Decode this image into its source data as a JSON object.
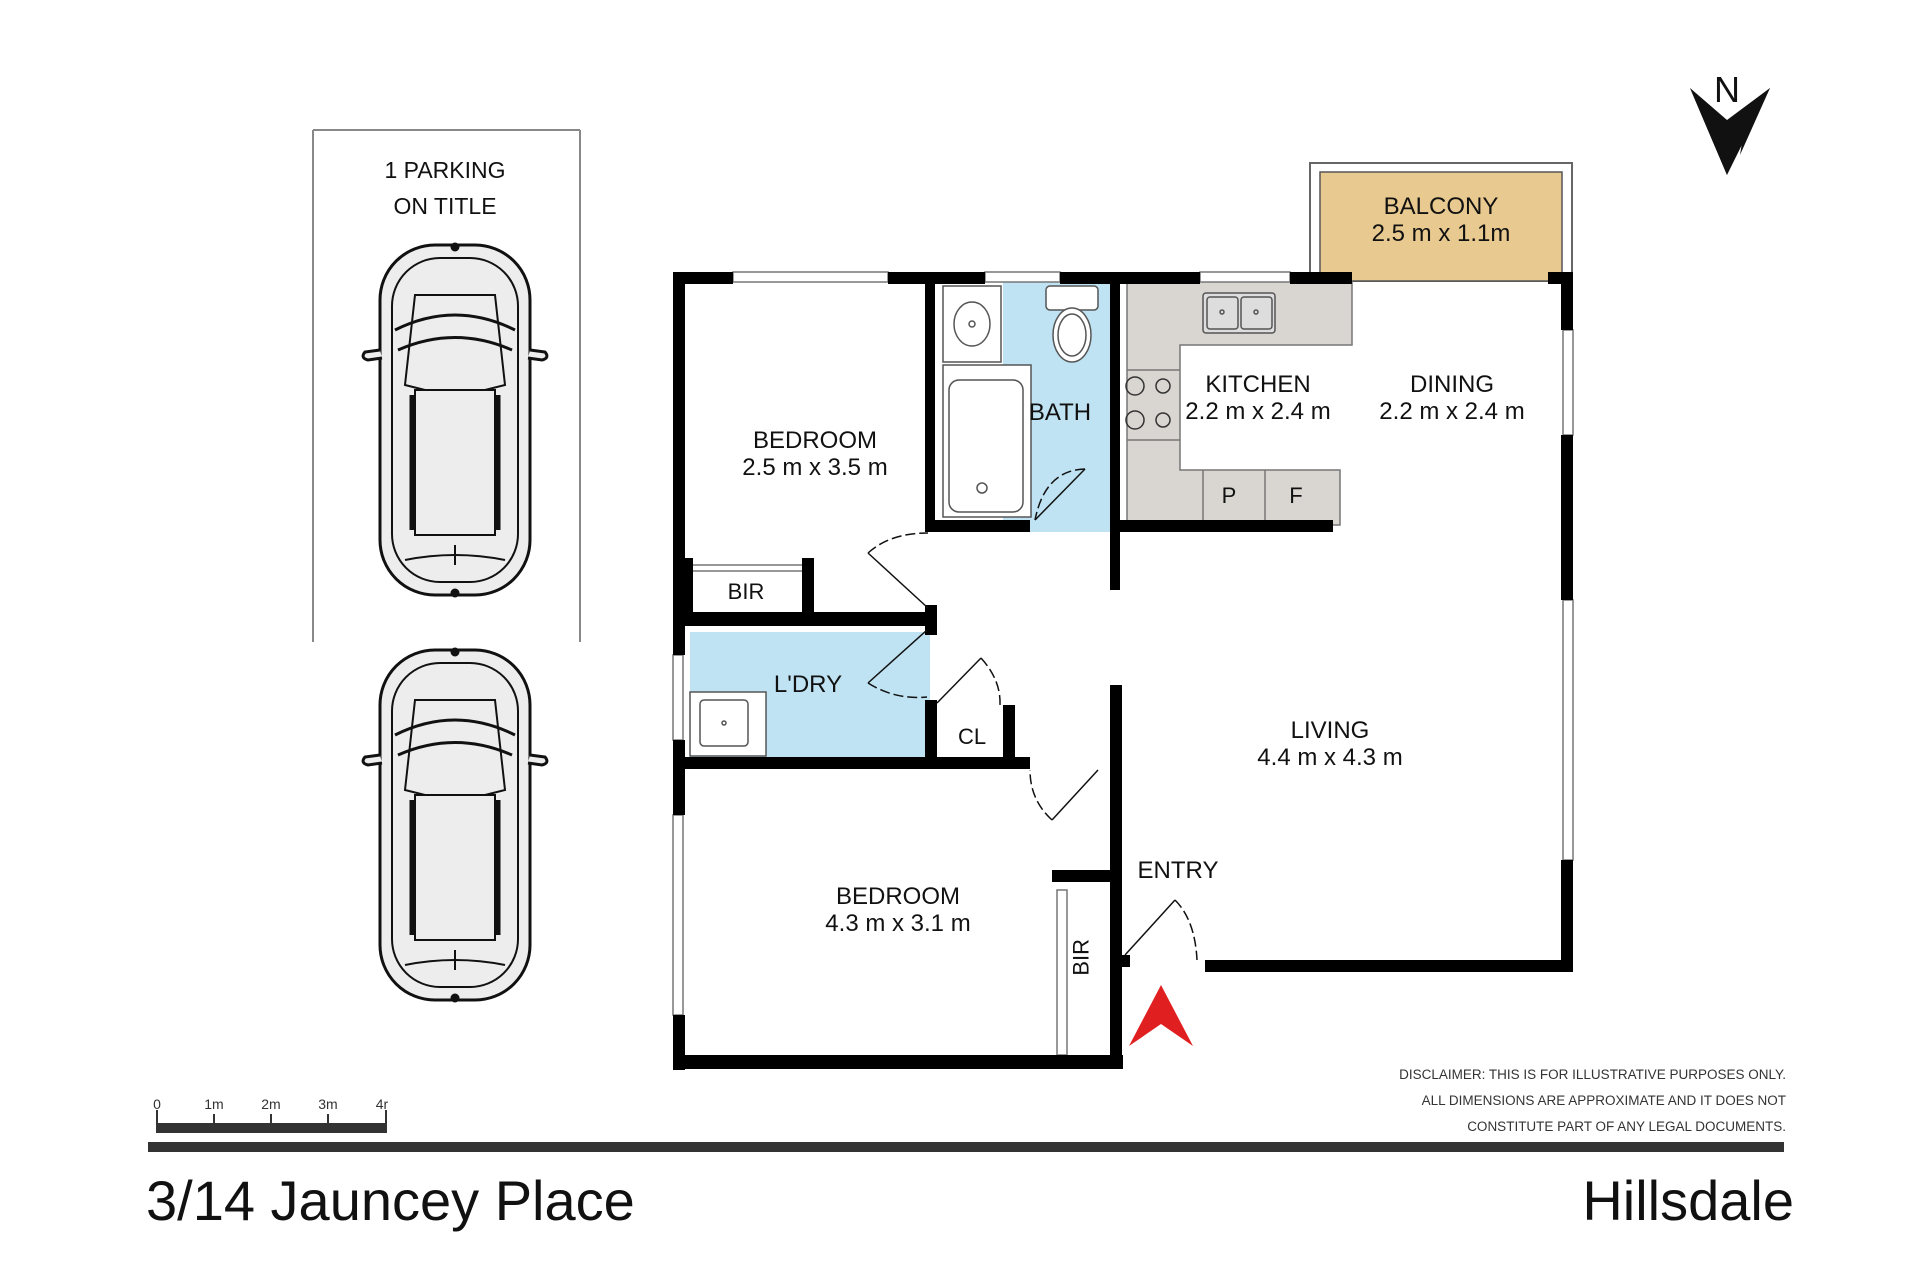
{
  "plan": {
    "address": "3/14 Jauncey Place",
    "suburb": "Hillsdale",
    "parking": {
      "line1": "1 PARKING",
      "line2": "ON TITLE"
    },
    "compass": {
      "label": "N"
    },
    "rooms": [
      {
        "id": "balcony",
        "name": "BALCONY",
        "dims": "2.5 m x 1.1m",
        "fill": "#e8c98f"
      },
      {
        "id": "bedroom1",
        "name": "BEDROOM",
        "dims": "2.5 m x 3.5 m",
        "fill": "#ffffff"
      },
      {
        "id": "bath",
        "name": "BATH",
        "fill": "#bfe3f3"
      },
      {
        "id": "kitchen",
        "name": "KITCHEN",
        "dims": "2.2 m x 2.4 m",
        "fill": "#d9d5d0"
      },
      {
        "id": "dining",
        "name": "DINING",
        "dims": "2.2 m x 2.4 m",
        "fill": "#ffffff"
      },
      {
        "id": "living",
        "name": "LIVING",
        "dims": "4.4 m x 4.3 m",
        "fill": "#ffffff"
      },
      {
        "id": "laundry",
        "name": "L'DRY",
        "fill": "#bfe3f3"
      },
      {
        "id": "bedroom2",
        "name": "BEDROOM",
        "dims": "4.3 m x 3.1 m",
        "fill": "#ffffff"
      },
      {
        "id": "entry",
        "name": "ENTRY"
      }
    ],
    "small_labels": {
      "bir1": "BIR",
      "bir2": "BIR",
      "cl": "CL",
      "pantry": "P",
      "fridge": "F"
    },
    "scale": {
      "ticks": [
        "0",
        "1m",
        "2m",
        "3m",
        "4r"
      ]
    },
    "disclaimer": [
      "DISCLAIMER: THIS IS FOR ILLUSTRATIVE PURPOSES ONLY.",
      "ALL DIMENSIONS ARE APPROXIMATE AND IT DOES NOT",
      "CONSTITUTE PART OF ANY LEGAL DOCUMENTS."
    ],
    "colors": {
      "wall": "#000000",
      "wet": "#bfe3f3",
      "kitchen": "#d9d5d0",
      "balcony": "#e8c98f",
      "entry_arrow": "#e02020",
      "rule": "#333333"
    }
  }
}
